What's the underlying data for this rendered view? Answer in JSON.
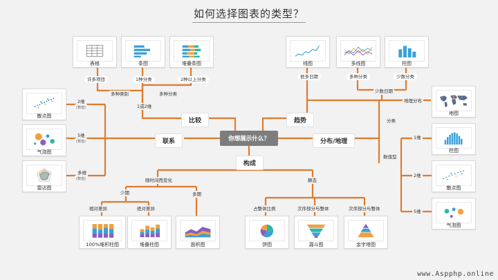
{
  "title": "如何选择图表的类型？",
  "center": "你想展示什么？",
  "hubs": {
    "compare": "比较",
    "trend": "趋势",
    "relation": "联系",
    "distribution": "分布/地理",
    "composition": "构成"
  },
  "cards": {
    "table": "表格",
    "bar": "条图",
    "stacked_bar": "堆叠条图",
    "line": "线图",
    "multi_line": "多线图",
    "column": "柱图",
    "scatter": "散点图",
    "bubble": "气泡图",
    "radar": "雷达图",
    "map": "地图",
    "column_right": "柱图",
    "scatter_right": "散点图",
    "bubble_right": "气泡图",
    "stacked_100": "100%堆积柱图",
    "stacked_column": "堆叠柱图",
    "area": "面积图",
    "pie": "饼图",
    "funnel": "漏斗图",
    "pyramid": "金字塔图"
  },
  "tags": {
    "many_items": "许多项目",
    "one_category": "1种分类",
    "two_plus": "2种以上分类",
    "multi_category_left": "多种类别",
    "multi_category": "多种分类",
    "one_or_two": "1或2维",
    "many_dates": "很多日期",
    "multi_category_trend": "多种分类",
    "few_category": "少数分类",
    "few_dates": "少数日期",
    "geo_distribution": "地理分布",
    "category": "分类",
    "data_type": "数值型",
    "dim1": "1维",
    "dim2": "2维",
    "dim5": "5维",
    "two_dim": "2维",
    "two_dim_sub": "(数值)",
    "five_dim": "5维",
    "five_dim_sub": "(数值)",
    "multi_dim": "多维",
    "multi_dim_sub": "(数值)",
    "over_time": "随时间而变化",
    "static": "静态",
    "few_periods": "少期",
    "many_periods": "多期",
    "relative_diff": "相对差异",
    "absolute_diff": "绝对差异",
    "share_of_whole": "占整体比例",
    "sub_of_whole_1": "次序部分与整体",
    "sub_of_whole_2": "次序部分与整体"
  },
  "colors": {
    "line": "#e07a2c",
    "accent_orange": "#f0a040",
    "accent_blue": "#3aa0d8",
    "accent_teal": "#28b8a8",
    "accent_purple": "#8860c0"
  },
  "watermark": "www.Aspphp.online"
}
